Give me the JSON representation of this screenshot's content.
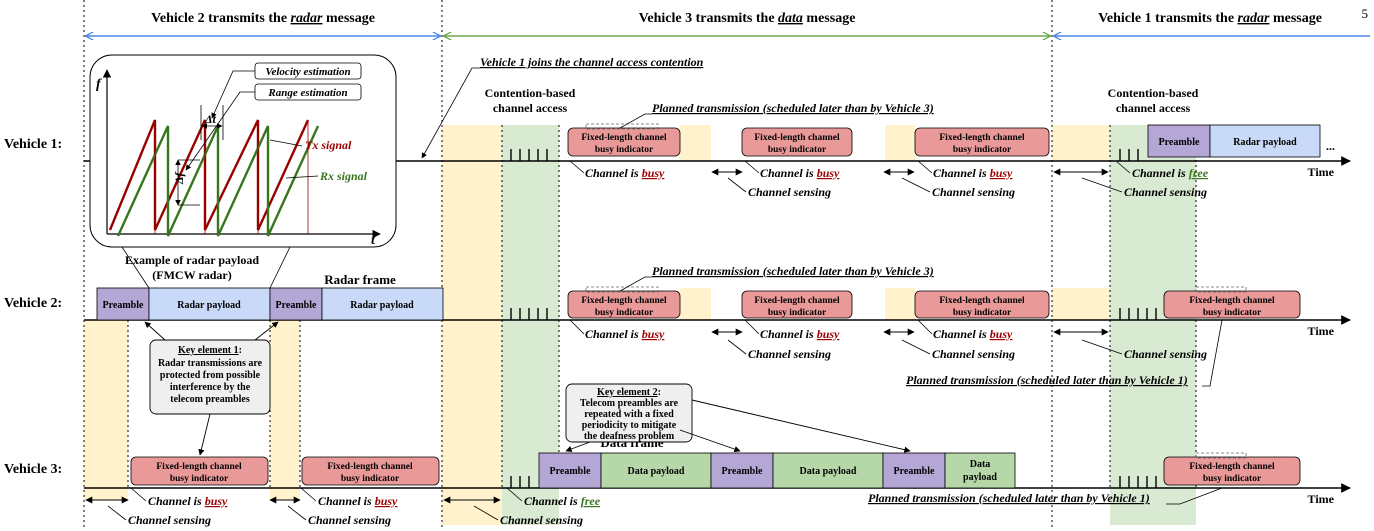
{
  "page_number": "5",
  "phases": [
    {
      "prefix": "Vehicle 2 transmits the ",
      "keyword": "radar",
      "suffix": " message"
    },
    {
      "prefix": "Vehicle 3 transmits the ",
      "keyword": "data",
      "suffix": " message"
    },
    {
      "prefix": "Vehicle 1 transmits the ",
      "keyword": "radar",
      "suffix": " message"
    }
  ],
  "vehicles": [
    "Vehicle 1:",
    "Vehicle 2:",
    "Vehicle 3:"
  ],
  "time_label": "Time",
  "inset": {
    "f_axis": "f",
    "t_axis": "t",
    "velocity": "Velocity estimation",
    "range": "Range estimation",
    "delta_t": "Δt",
    "delta_f": "Δf",
    "tx": "Tx signal",
    "rx": "Rx signal",
    "caption_line1": "Example of radar payload",
    "caption_line2": "(FMCW radar)"
  },
  "labels": {
    "radar_frame": "Radar frame",
    "data_frame": "Data frame",
    "vehicle1_joins": "Vehicle 1 joins the channel access contention",
    "contention_line1": "Contention-based",
    "contention_line2": "channel access",
    "planned_v3_row1": "Planned transmission (scheduled later than by Vehicle 3)",
    "planned_v3_row2": "Planned transmission (scheduled later than by Vehicle 3)",
    "planned_v1_row2": "Planned transmission (scheduled later than by Vehicle 1)",
    "planned_v1_row3": "Planned transmission (scheduled later than by Vehicle 1)",
    "ellipsis": "..."
  },
  "blocks": {
    "preamble": "Preamble",
    "radar_payload": "Radar payload",
    "data_payload": "Data payload",
    "data_payload_split_1": "Data",
    "data_payload_split_2": "payload",
    "busy_line1": "Fixed-length channel",
    "busy_line2": "busy indicator"
  },
  "status": {
    "channel_is": "Channel is ",
    "busy": "busy",
    "free": "free",
    "sensing": "Channel sensing"
  },
  "key1": {
    "title": "Key element 1",
    "title_suffix": ":",
    "lines": [
      "Radar transmissions are",
      "protected from possible",
      "interference by the",
      "telecom preambles"
    ]
  },
  "key2": {
    "title": "Key element 2",
    "title_suffix": ":",
    "lines": [
      "Telecom preambles are",
      "repeated with a fixed",
      "periodicity to mitigate",
      "the deafness problem"
    ]
  },
  "colors": {
    "preamble": "#b4a7d6",
    "radar_payload": "#c9daf8",
    "data_payload": "#b6d7a8",
    "busy_indicator": "#ea9999",
    "busy_text": "#990000",
    "free_text": "#38761d",
    "sensing_shade": "#fff2cc",
    "contention_shade": "#d9ead3",
    "radar_arrow": "#4a86e8",
    "data_arrow": "#6aa84f",
    "key_box": "#efefef"
  }
}
